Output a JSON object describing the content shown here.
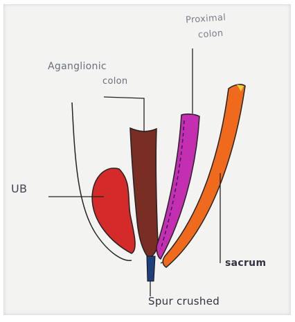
{
  "labels": {
    "aganglionic": "Aganglionic",
    "aganglionic_colon": "colon",
    "proximal": "Proximal",
    "proximal_colon": "colon",
    "ub": "UB",
    "sacrum": "sacrum",
    "spur": "Spur crushed"
  },
  "colors": {
    "bladder": "#d42a2a",
    "aganglionic_colon": "#7a2e23",
    "proximal_colon": "#c32fb0",
    "sacrum": "#f06a1e",
    "spur": "#1f3f7a",
    "line": "#222222"
  }
}
